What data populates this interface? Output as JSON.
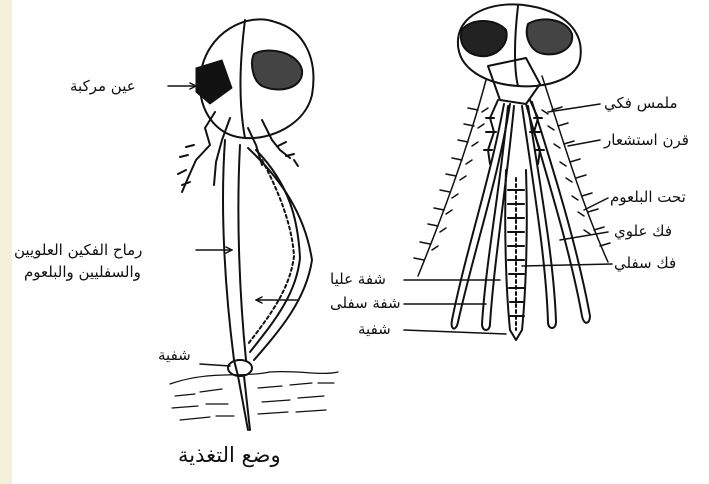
{
  "left_figure": {
    "caption": "وضع التغذية",
    "labels": {
      "compound_eye": "عين مركبة",
      "stylets_line1": "رماح الفكين العلويين",
      "stylets_line2": "والسفليين والبلعوم",
      "labellum": "شفية"
    }
  },
  "right_figure": {
    "labels": {
      "maxillary_palp": "ملمس فكي",
      "antenna": "قرن استشعار",
      "hypopharynx": "تحت البلعوم",
      "mandible": "فك علوي",
      "maxilla": "فك سفلي",
      "labrum": "شفة عليا",
      "labium": "شفة سفلى",
      "labellum": "شفية"
    }
  },
  "colors": {
    "ink": "#111111",
    "skin_tint": "#f4f0dc"
  }
}
